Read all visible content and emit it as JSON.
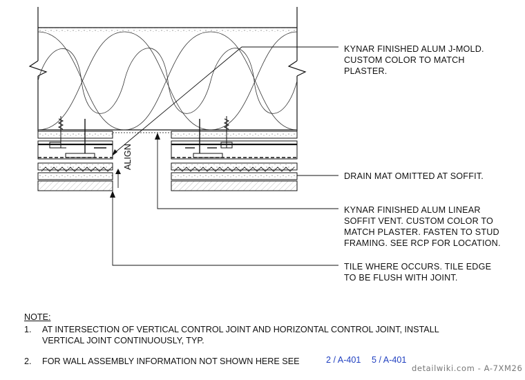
{
  "callouts": {
    "jmold": [
      "KYNAR FINISHED ALUM J-MOLD.",
      "CUSTOM COLOR TO MATCH",
      "PLASTER."
    ],
    "drainmat": [
      "DRAIN MAT OMITTED AT SOFFIT."
    ],
    "soffitvent": [
      "KYNAR FINISHED ALUM LINEAR",
      "SOFFIT VENT. CUSTOM COLOR TO",
      "MATCH PLASTER. FASTEN TO STUD",
      "FRAMING. SEE RCP FOR LOCATION."
    ],
    "tile": [
      "TILE WHERE OCCURS. TILE EDGE",
      "TO BE FLUSH WITH JOINT."
    ]
  },
  "align_label": "ALIGN",
  "notes": {
    "heading": "NOTE:",
    "item1_num": "1.",
    "item1_line1": "AT INTERSECTION OF VERTICAL CONTROL JOINT AND HORIZONTAL CONTROL JOINT, INSTALL",
    "item1_line2": "VERTICAL JOINT CONTINUOUSLY, TYP.",
    "item2_num": "2.",
    "item2_text": "FOR WALL ASSEMBLY INFORMATION NOT SHOWN HERE SEE",
    "ref1": "2 / A-401",
    "ref2": "5 / A-401"
  },
  "watermark": "detailwiki.com - A-7XM26",
  "colors": {
    "line": "#111111",
    "reference": "#1f3fc0",
    "watermark": "#777777"
  }
}
